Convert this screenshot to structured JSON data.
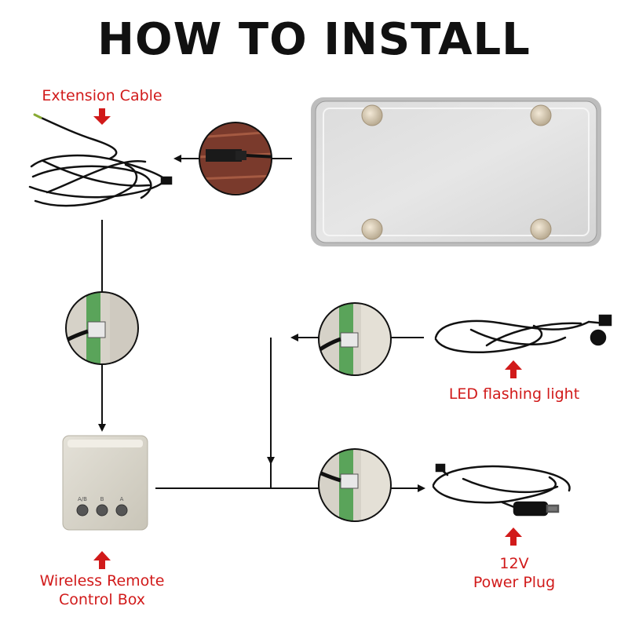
{
  "title": "HOW TO INSTALL",
  "labels": {
    "extension_cable": "Extension Cable",
    "led_flashing_light": "LED flashing light",
    "wireless_remote_line1": "Wireless Remote",
    "wireless_remote_line2": "Control Box",
    "power_plug_line1": "12V",
    "power_plug_line2": "Power Plug"
  },
  "control_box": {
    "button_labels": [
      "A/B",
      "B",
      "A"
    ]
  },
  "colors": {
    "accent_red": "#d11a1a",
    "line_black": "#111111"
  }
}
